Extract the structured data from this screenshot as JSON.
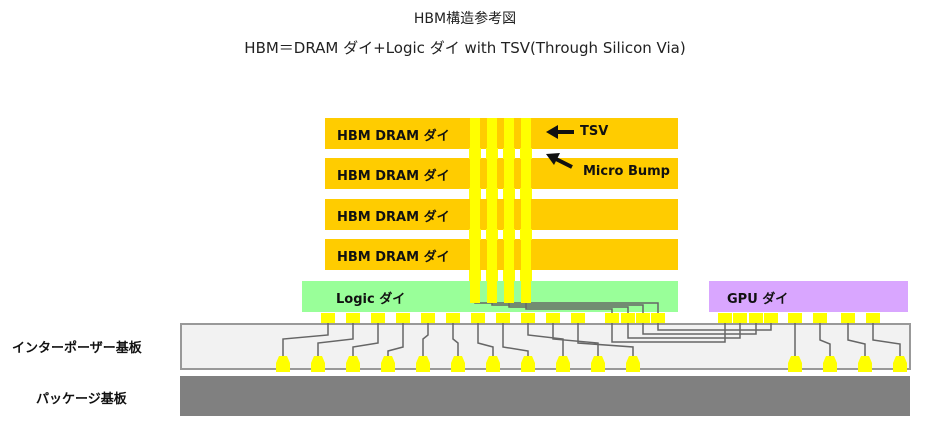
{
  "title": "HBM構造参考図",
  "subtitle": "HBM＝DRAM ダイ+Logic ダイ with TSV(Through Silicon Via)",
  "dram_dies": [
    "HBM DRAM ダイ",
    "HBM DRAM ダイ",
    "HBM DRAM ダイ",
    "HBM DRAM ダイ"
  ],
  "logic_die": "Logic ダイ",
  "gpu_die": "GPU ダイ",
  "annotations": {
    "tsv": "TSV",
    "micro_bump": "Micro Bump"
  },
  "layers": {
    "interposer": "インターポーザー基板",
    "package": "パッケージ基板"
  },
  "colors": {
    "dram": "#ffcc00",
    "tsv": "#ffff00",
    "logic": "#99ff99",
    "gpu": "#d9a6ff",
    "interposer": "#f2f2f2",
    "package": "#808080"
  }
}
